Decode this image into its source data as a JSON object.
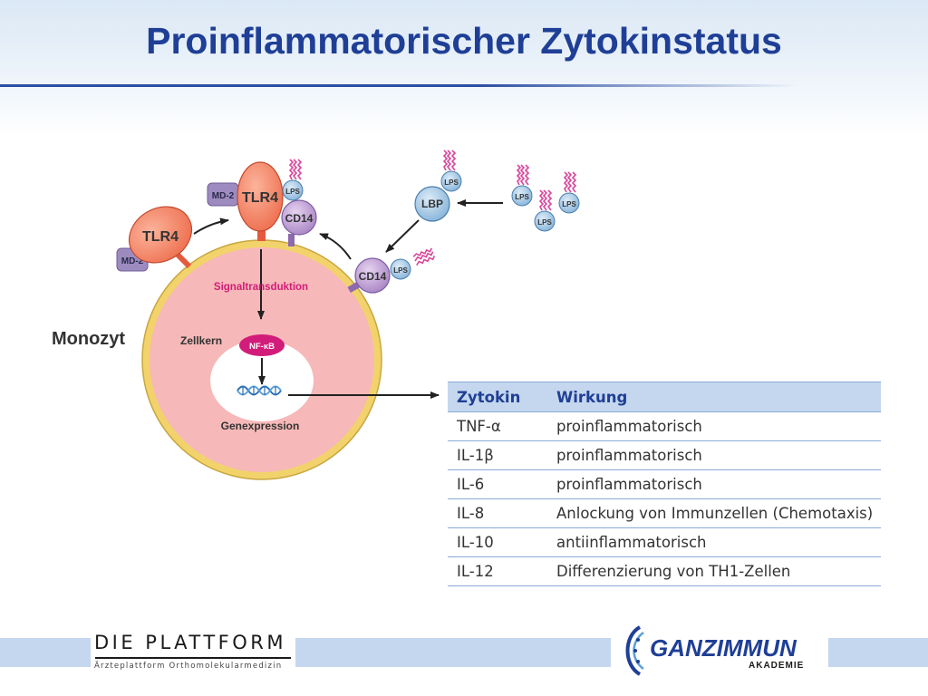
{
  "slide": {
    "title": "Proinflammatorischer Zytokinstatus"
  },
  "diagram": {
    "cell_label": "Monozyt",
    "receptor_tlr4_left": "TLR4",
    "receptor_tlr4_top": "TLR4",
    "md2_left": "MD-2",
    "md2_top": "MD-2",
    "cd14_top": "CD14",
    "cd14_right": "CD14",
    "lbp": "LBP",
    "lps": "LPS",
    "signal_label": "Signaltransduktion",
    "nucleus_label": "Zellkern",
    "nfkb": "NF-κB",
    "gene_label": "Genexpression"
  },
  "table": {
    "headers": [
      "Zytokin",
      "Wirkung"
    ],
    "rows": [
      [
        "TNF-α",
        "proinflammatorisch"
      ],
      [
        "IL-1β",
        "proinflammatorisch"
      ],
      [
        "IL-6",
        "proinflammatorisch"
      ],
      [
        "IL-8",
        "Anlockung von Immunzellen (Chemotaxis)"
      ],
      [
        "IL-10",
        "antiinflammatorisch"
      ],
      [
        "IL-12",
        "Differenzierung von TH1-Zellen"
      ]
    ]
  },
  "footer": {
    "left_logo": "DIE PLATTFORM",
    "left_sub": "Ärzteplattform Orthomolekularmedizin",
    "right_logo_a": "GANZ",
    "right_logo_b": "IMMUN",
    "right_sub": "AKADEMIE"
  },
  "colors": {
    "title": "#1f3f96",
    "cell_fill": "#f6b8b8",
    "cell_ring": "#f2d36b",
    "receptor": "#f07a5c",
    "md2": "#9d8bc0",
    "cd14": "#b79ad0",
    "lps": "#a9cbe6",
    "lps_chain": "#d9479b",
    "nfkb": "#d21c7a",
    "table_header": "#c5d7ee"
  }
}
